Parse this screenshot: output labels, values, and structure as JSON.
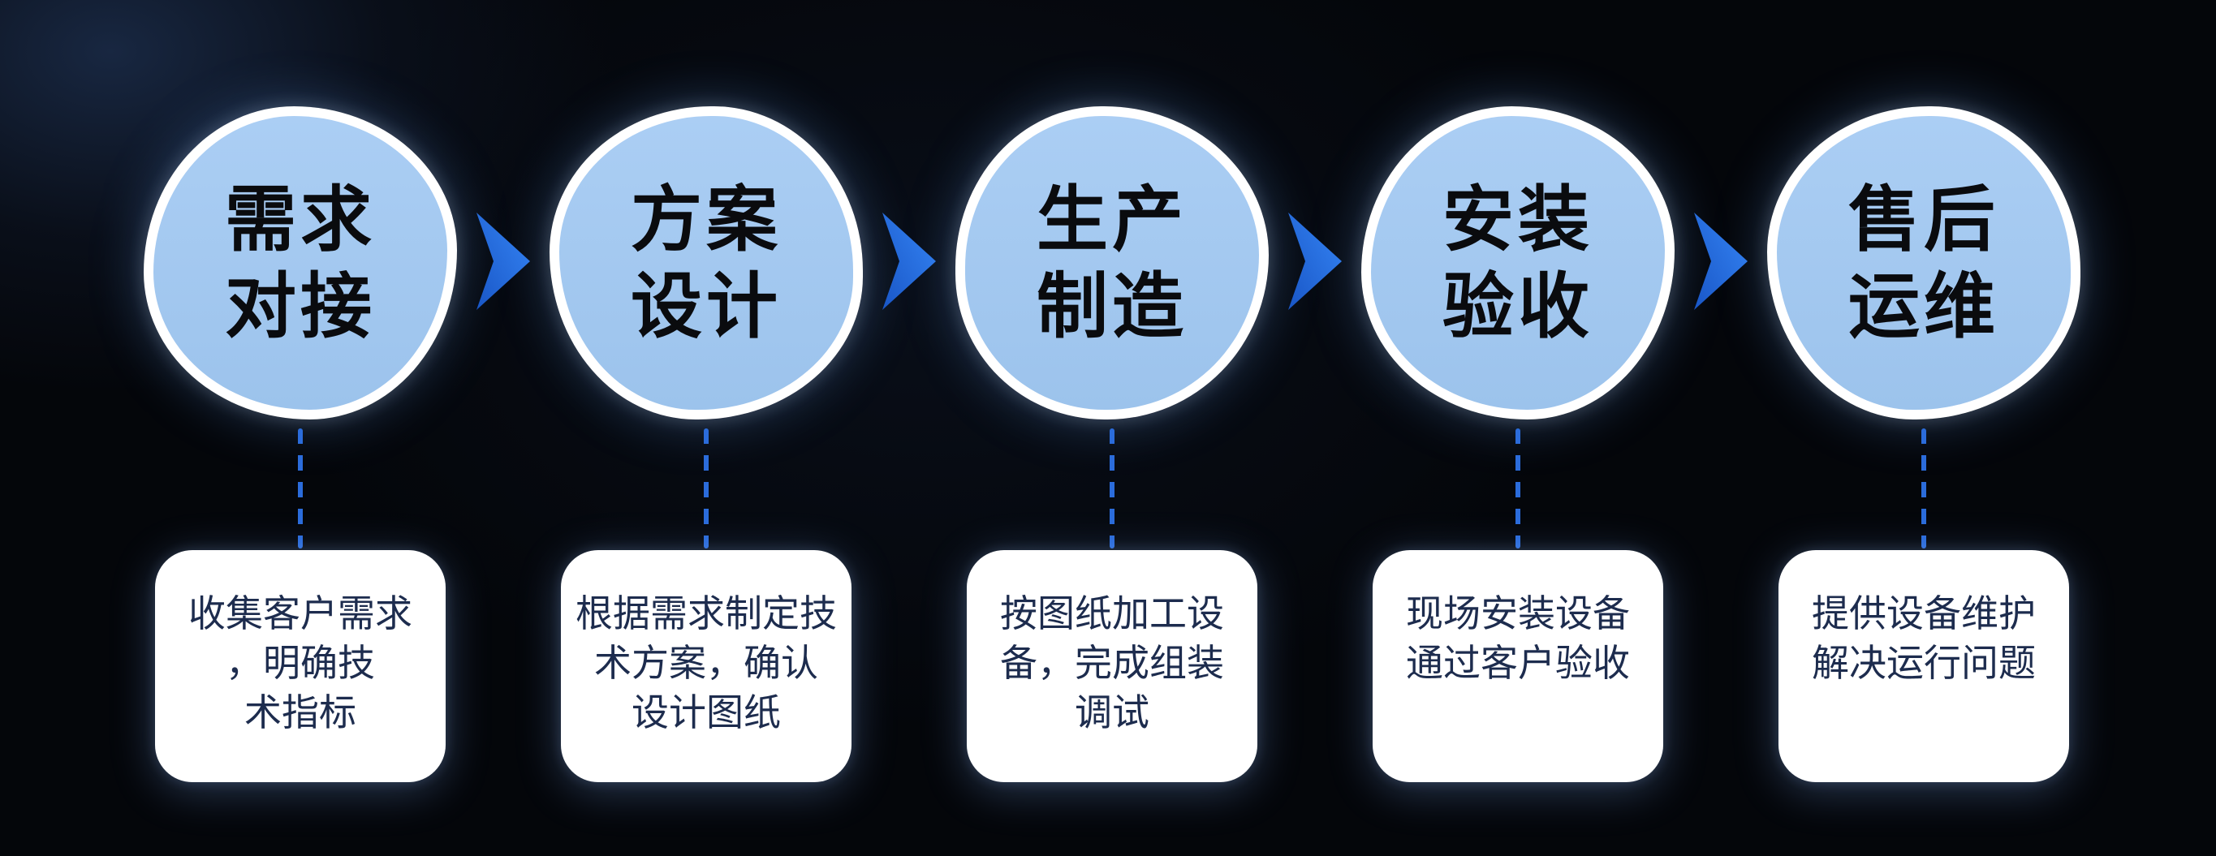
{
  "diagram": {
    "type": "process-flow",
    "direction": "left-to-right",
    "colors": {
      "background": "#04060a",
      "background_glow": "#182741",
      "circle_fill": "#a4c9f0",
      "circle_border": "#ffffff",
      "circle_text": "#0a0b0e",
      "arrow_blue_light": "#3585f5",
      "arrow_blue_dark": "#1956c6",
      "connector_dash": "#2b6cdb",
      "card_fill": "#ffffff",
      "card_text": "#1d2c4e"
    },
    "steps": [
      {
        "circle_label": "需求\n对接",
        "description": "收集客户需求\n，明确技\n术指标"
      },
      {
        "circle_label": "方案\n设计",
        "description": "根据需求制定技\n术方案，确认\n设计图纸"
      },
      {
        "circle_label": "生产\n制造",
        "description": "按图纸加工设\n备，完成组装\n调试"
      },
      {
        "circle_label": "安装\n验收",
        "description": "现场安装设备\n通过客户验收"
      },
      {
        "circle_label": "售后\n运维",
        "description": "提供设备维护\n解决运行问题"
      }
    ]
  }
}
